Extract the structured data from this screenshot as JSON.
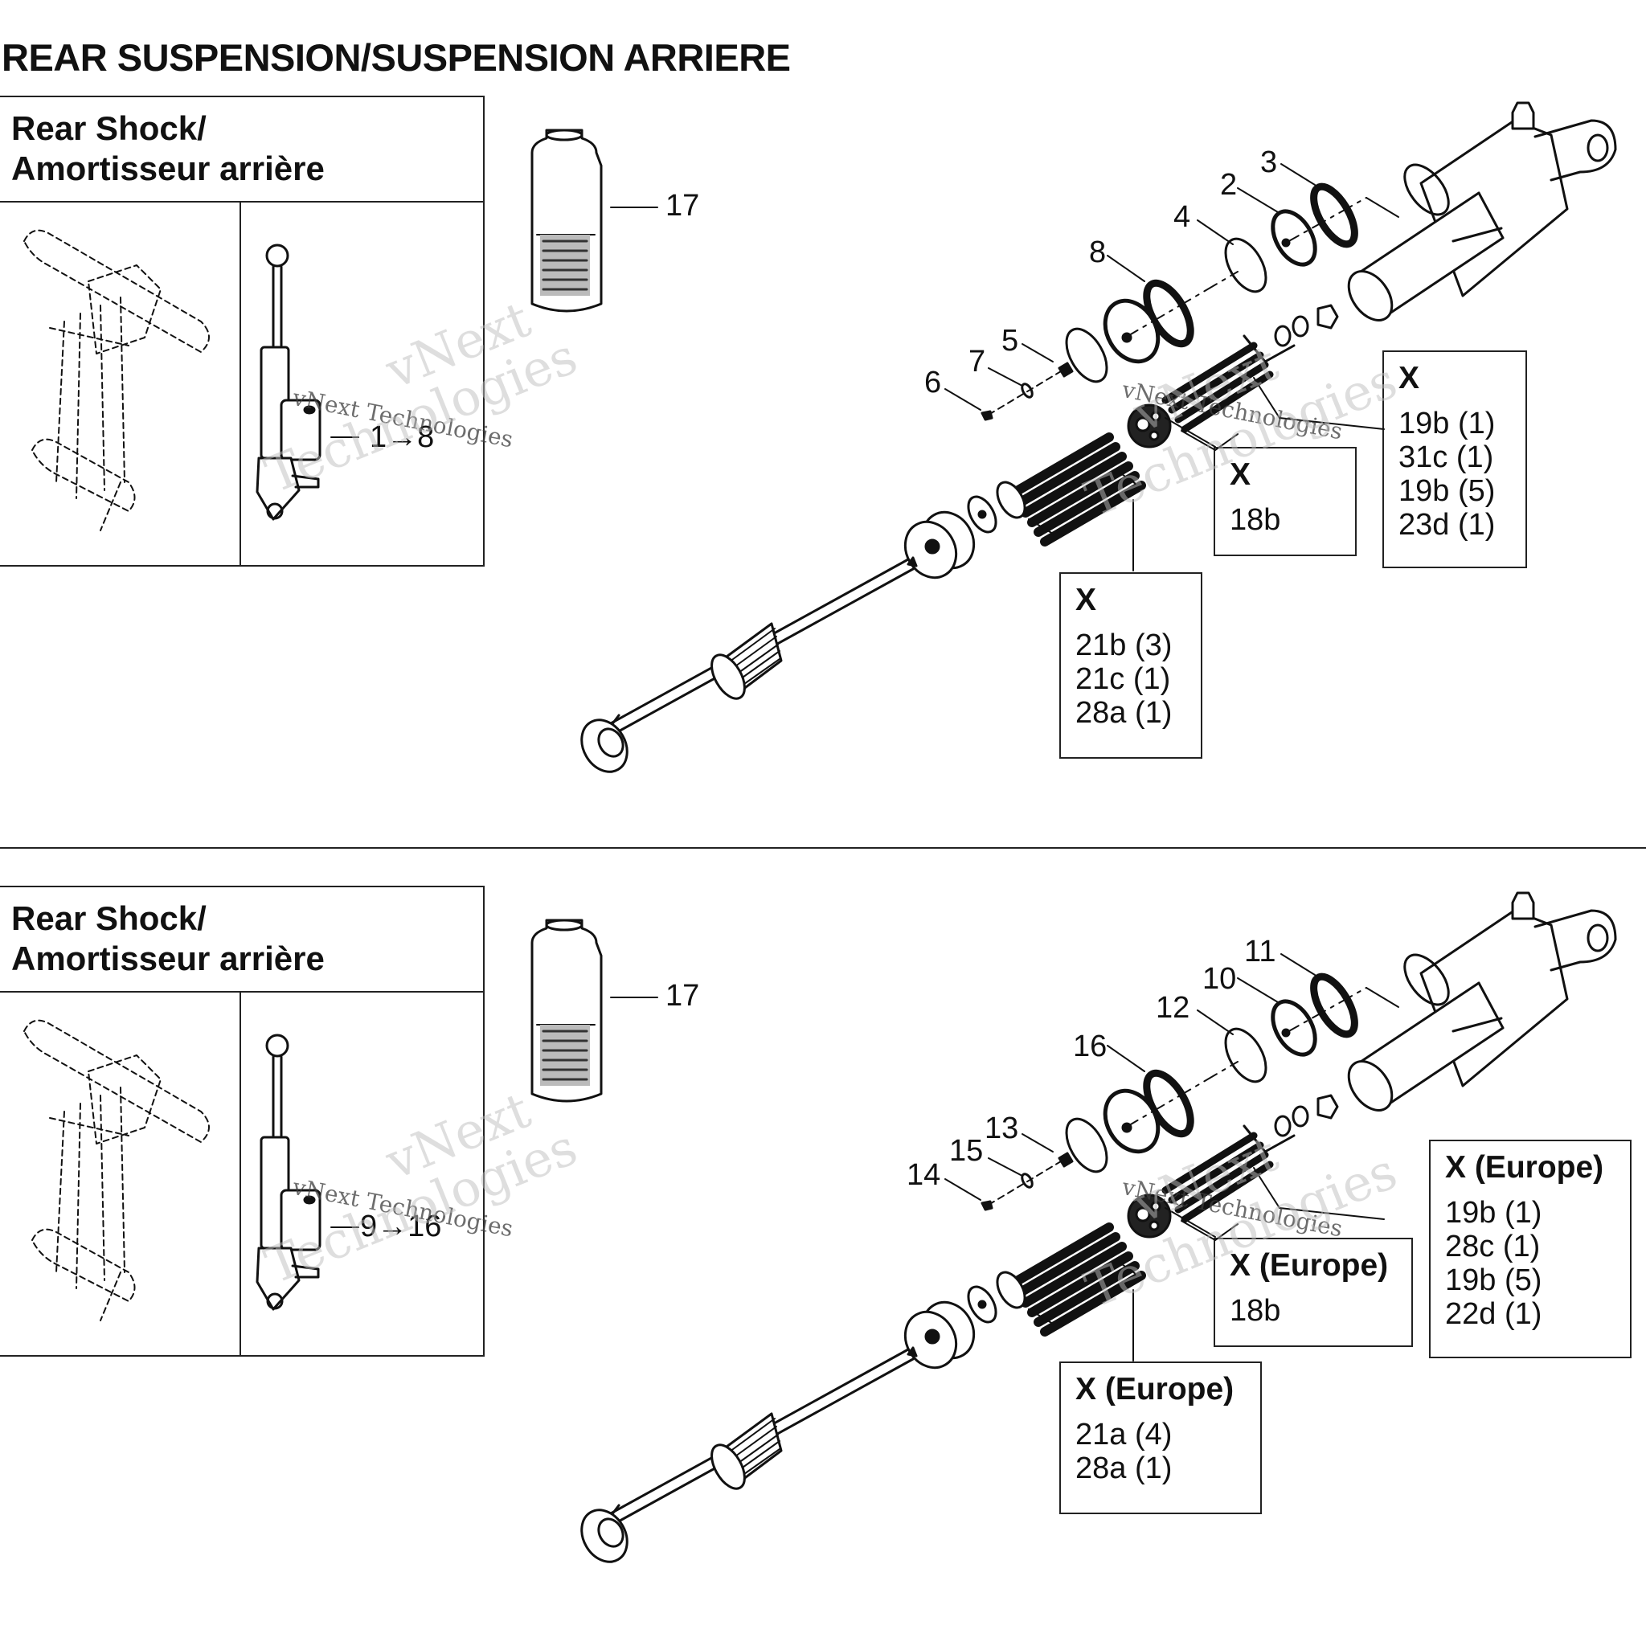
{
  "title": "REAR SUSPENSION/SUSPENSION ARRIERE",
  "watermark": {
    "short": "vNext",
    "long": "Technologies",
    "full": "vNext Technologies"
  },
  "sections": [
    {
      "panel": {
        "title_line1": "Rear Shock/",
        "title_line2": "Amortisseur arrière",
        "range_label": "1→8"
      },
      "callouts": {
        "c1": "17",
        "c2": "3",
        "c3": "2",
        "c4": "4",
        "c5": "8",
        "c6": "5",
        "c7": "7",
        "c8": "6"
      },
      "boxes": [
        {
          "head": "X",
          "lines": [
            "19b (1)",
            "31c (1)",
            "19b (5)",
            "23d (1)"
          ]
        },
        {
          "head": "X",
          "lines": [
            "18b"
          ]
        },
        {
          "head": "X",
          "lines": [
            "21b (3)",
            "21c (1)",
            "28a (1)"
          ]
        }
      ]
    },
    {
      "panel": {
        "title_line1": "Rear Shock/",
        "title_line2": "Amortisseur arrière",
        "range_label": "9→16"
      },
      "callouts": {
        "c1": "17",
        "c2": "11",
        "c3": "10",
        "c4": "12",
        "c5": "16",
        "c6": "13",
        "c7": "15",
        "c8": "14"
      },
      "boxes": [
        {
          "head": "X (Europe)",
          "lines": [
            "19b (1)",
            "28c (1)",
            "19b (5)",
            "22d (1)"
          ]
        },
        {
          "head": "X (Europe)",
          "lines": [
            "18b"
          ]
        },
        {
          "head": "X (Europe)",
          "lines": [
            "21a (4)",
            "28a (1)"
          ]
        }
      ]
    }
  ]
}
